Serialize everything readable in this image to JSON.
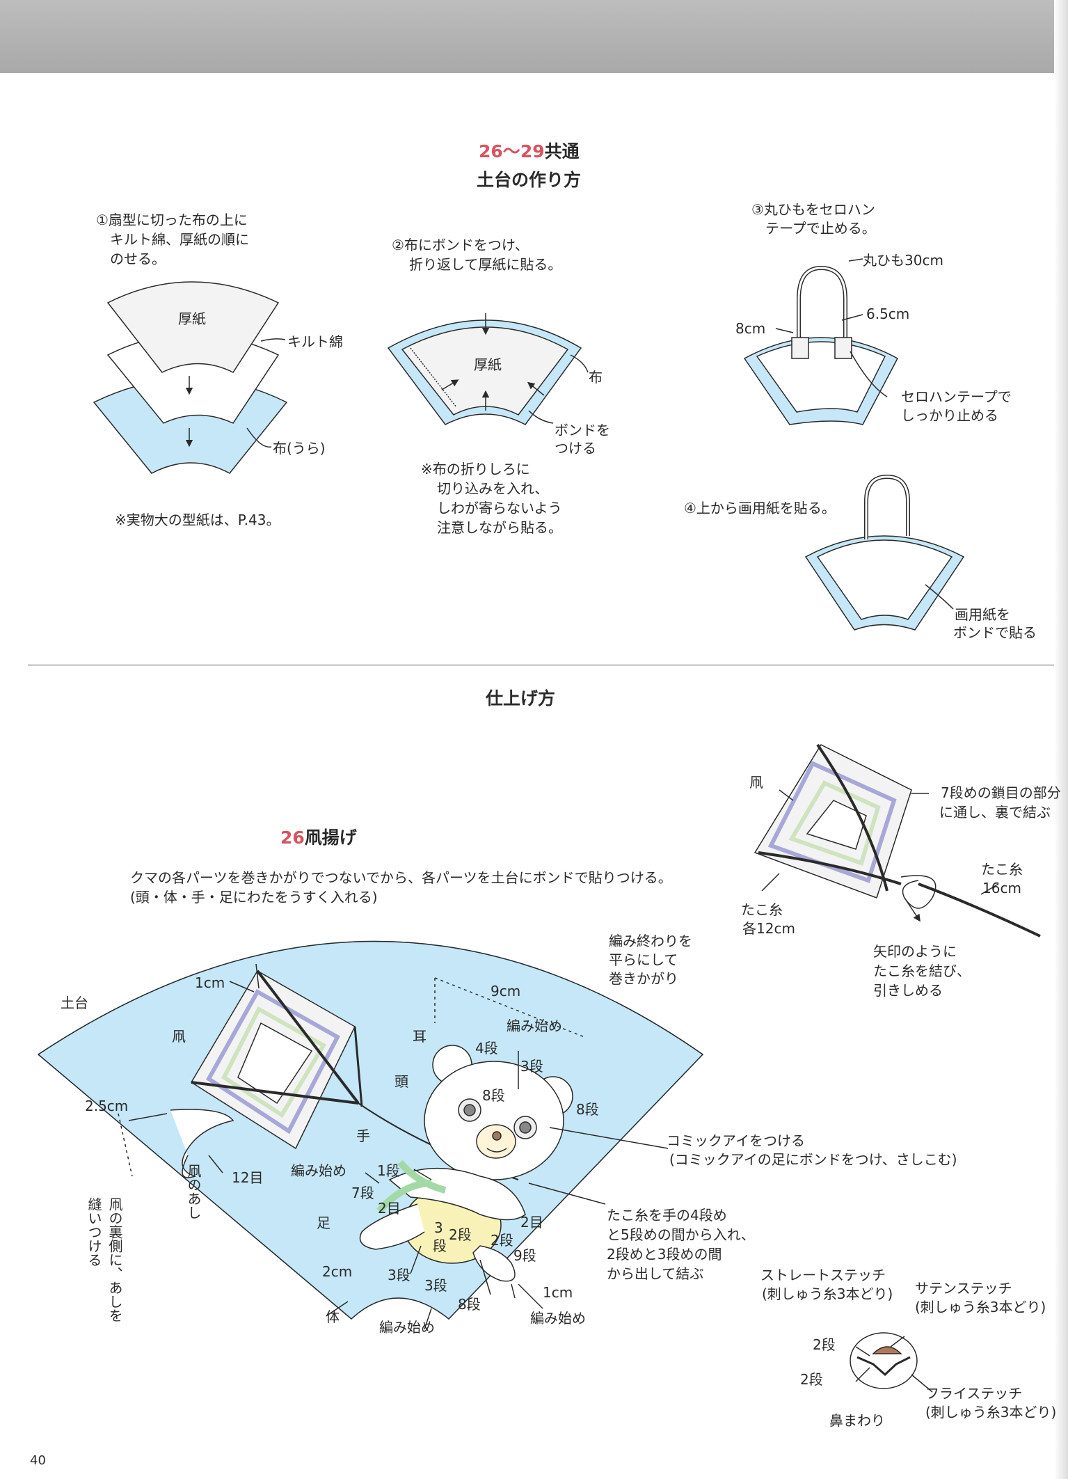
{
  "header": {
    "number_a": "26",
    "range_sep": "〜",
    "number_b": "29",
    "common": "共通",
    "base_title": "土台の作り方"
  },
  "steps": {
    "step1": [
      "①扇型に切った布の上に",
      "キルト綿、厚紙の順に",
      "のせる。"
    ],
    "step2": [
      "②布にボンドをつけ、",
      "折り返して厚紙に貼る。"
    ],
    "step3": [
      "③丸ひもをセロハン",
      "テープで止める。"
    ],
    "step4": "④上から画用紙を貼る。"
  },
  "diagram1": {
    "cardboard": "厚紙",
    "batting": "キルト綿",
    "fabric_back": "布(うら)",
    "note": "※実物大の型紙は、P.43。"
  },
  "diagram2": {
    "cardboard": "厚紙",
    "fabric": "布",
    "bond": [
      "ボンドを",
      "つける"
    ],
    "note": [
      "※布の折りしろに",
      "切り込みを入れ、",
      "しわが寄らないよう",
      "注意しながら貼る。"
    ]
  },
  "diagram3": {
    "cord": "丸ひも30cm",
    "d1": "6.5cm",
    "d2": "8cm",
    "tape": [
      "セロハンテープで",
      "しっかり止める"
    ]
  },
  "diagram4": {
    "paper": [
      "画用紙を",
      "ボンドで貼る"
    ]
  },
  "finishing": {
    "title": "仕上げ方"
  },
  "kite_detail": {
    "kite": "凧",
    "chain": [
      "7段めの鎖目の部分",
      "に通し、裏で結ぶ"
    ],
    "string": [
      "たこ糸",
      "16cm"
    ],
    "strings": [
      "たこ糸",
      "各12cm"
    ],
    "tie": [
      "矢印のように",
      "たこ糸を結び、",
      "引きしめる"
    ]
  },
  "project26": {
    "number": "26",
    "name": "凧揚げ",
    "desc1": "クマの各パーツを巻きかがりでつないでから、各パーツを土台にボンドで貼りつける。",
    "desc2": "(頭・体・手・足にわたをうすく入れる)"
  },
  "main": {
    "base": "土台",
    "kite": "凧",
    "d_1cm": "1cm",
    "d_9cm": "9cm",
    "finish": [
      "編み終わりを",
      "平らにして",
      "巻きかがり"
    ],
    "start": "編み始め",
    "ear": "耳",
    "head": "頭",
    "r4": "4段",
    "r3": "3段",
    "r8a": "8段",
    "r8b": "8段",
    "eye": [
      "コミックアイをつける",
      "(コミックアイの足にボンドをつけ、さしこむ)"
    ],
    "hand": "手",
    "d25": "2.5cm",
    "r12": "12目",
    "start2": "編み始め",
    "r1": "1段",
    "r7": "7段",
    "r2": "2目",
    "foot": "足",
    "r3b": "3",
    "r3c": "段",
    "r2b": "2段",
    "r2c": "2段",
    "r2d": "2目",
    "r9": "9段",
    "tie": [
      "たこ糸を手の4段め",
      "と5段めの間から入れ、",
      "2段めと3段めの間",
      "から出して結ぶ"
    ],
    "d2": "2cm",
    "body": "体",
    "r3d": "3段",
    "r3e": "3段",
    "r8c": "8段",
    "start3": "編み始め",
    "d1b": "1cm",
    "start4": "編み始め",
    "kite_legs": "凧のあし",
    "sew": "凧の裏側に、あしを縫いつける"
  },
  "nose": {
    "straight": [
      "ストレートステッチ",
      "(刺しゅう糸3本どり)"
    ],
    "satin": [
      "サテンステッチ",
      "(刺しゅう糸3本どり)"
    ],
    "r2a": "2段",
    "r2b": "2段",
    "fly": [
      "フライステッチ",
      "(刺しゅう糸3本どり)"
    ],
    "label": "鼻まわり"
  },
  "page_number": "40",
  "colors": {
    "accent": "#d8545f",
    "fabric": "#c5e7f7",
    "fabric_edge": "#7ab9d8",
    "line": "#2a2a2a"
  }
}
